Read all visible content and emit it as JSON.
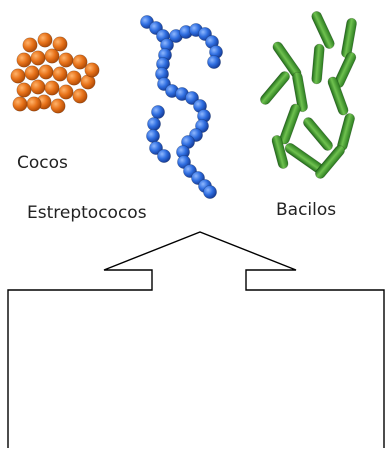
{
  "labels": {
    "cocos": "Cocos",
    "estreptococos": "Estreptococos",
    "bacilos": "Bacilos"
  },
  "colors": {
    "cocos": "#e8731a",
    "estreptococos": "#2f6ee0",
    "bacilos": "#3f9a2e",
    "outline": "#000000"
  },
  "icons": {
    "cocos": "cocci-cluster-illustration",
    "estreptococos": "streptococci-chain-illustration",
    "bacilos": "bacilli-rods-illustration",
    "pointer": "up-arrow-callout-box"
  }
}
